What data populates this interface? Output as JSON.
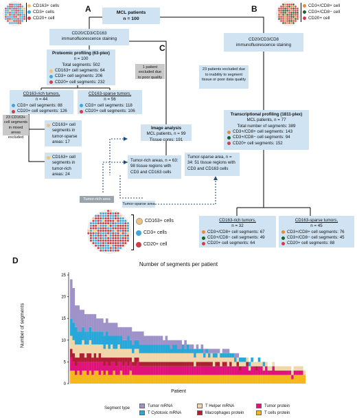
{
  "panel_letters": {
    "a": "A",
    "b": "B",
    "c": "C",
    "d": "D"
  },
  "icon_legend_a": [
    "CD163+ cells",
    "CD3+ cells",
    "CD20+ cell"
  ],
  "icon_legend_b": [
    "CD3+/CD8+ cell",
    "CD3+/CD8− cell",
    "CD20+ cell"
  ],
  "icon_legend_c": [
    "CD163+ cells",
    "CD3+ cells",
    "CD20+ cell"
  ],
  "mcl_box": {
    "title": "MCL patients",
    "n": "n = 100"
  },
  "a_stain": {
    "line1": "CD20/CD3/CD163",
    "line2": "immunofluorescence staining"
  },
  "b_stain": {
    "line1": "CD20/CD3/CD8",
    "line2": "immunofluorescence staining"
  },
  "proteomic": {
    "title": "Proteomic profiling (63-plex)",
    "n": "n = 100",
    "total": "Total segments: 502",
    "items": [
      "CD163+ cell segments: 64",
      "CD3+ cell segments: 206",
      "CD20+ cell segments: 232"
    ]
  },
  "rich_tumors": {
    "title": "CD163-rich tumors,",
    "n": "n = 44",
    "items": [
      "CD3+ cell segments: 88",
      "CD20+ cell segments: 126"
    ]
  },
  "sparse_tumors": {
    "title": "CD163-sparse tumors,",
    "n": "n = 56",
    "items": [
      "CD3+ cell segments: 118",
      "CD20+ cell segments: 106"
    ]
  },
  "excluded_a": "23 CD163+ cell segments in mixed areas excluded",
  "seg_sparse": "CD163+ cell segments in tumor-sparse areas: 17",
  "seg_rich": "CD163+ cell segments in tumor-rich areas: 24",
  "excluded_c": "1 patient excluded due to poor quality",
  "image_analysis": {
    "title": "Image analysis",
    "line1": "MCL patients, n = 99",
    "line2": "Tissue cores: 191"
  },
  "tumor_rich_area": "Tumor-rich areas, n = 63: 98 tissue regions with CD3 and CD163 cells",
  "tumor_sparse_area": "Tumor-sparse area, n = 34: 51 tissue regions with CD3 and CD163 cells",
  "label_rich": "Tumor-rich area",
  "label_sparse": "Tumor-sparse area",
  "excluded_b": "23 patients excluded due to inability to segment tissue or poor data quality",
  "transcriptional": {
    "title": "Transcriptional profiling (1811-plex)",
    "line1": "MCL patients, n = 77",
    "line2": "Total number of segments: 389",
    "items": [
      "CD3+/CD8+ cell segments: 143",
      "CD3+/CD8− cell segments: 94",
      "CD20+ cell segments: 152"
    ]
  },
  "t_rich": {
    "title": "CD163-rich tumors,",
    "n": "n = 32",
    "items": [
      "CD3+/CD8+ cell segments: 67",
      "CD3+/CD8− cell segments: 49",
      "CD20+ cell segments: 64"
    ]
  },
  "t_sparse": {
    "title": "CD163-sparse tumors,",
    "n": "n = 45",
    "items": [
      "CD3+/CD8+ cell segments: 76",
      "CD3+/CD8− cell segments: 45",
      "CD20+ cell segments: 88"
    ]
  },
  "colors": {
    "cd163": "#f0c27a",
    "cd3": "#3ea6d8",
    "cd20": "#c8404a",
    "cd8pos": "#e8893a",
    "cd8neg": "#1f5e2e",
    "box": "#cfe3f3",
    "gray": "#c9c9c9"
  },
  "chart_data": {
    "type": "bar",
    "stacked": true,
    "title": "Number of segments per patient",
    "xlabel": "Patient",
    "ylabel": "Number of segments",
    "ylim": [
      0,
      25
    ],
    "yticks": [
      0,
      5,
      10,
      15,
      20,
      25
    ],
    "legend_title": "Segment type",
    "series": [
      {
        "name": "T cells protein",
        "color": "#f4b71e",
        "values": [
          3,
          3,
          2,
          3,
          2,
          3,
          3,
          2,
          3,
          2,
          3,
          3,
          2,
          3,
          2,
          3,
          2,
          2,
          3,
          2,
          2,
          3,
          2,
          2,
          2,
          3,
          2,
          2,
          2,
          2,
          2,
          2,
          2,
          2,
          2,
          2,
          2,
          2,
          2,
          2,
          2,
          2,
          2,
          2,
          2,
          2,
          2,
          2,
          2,
          2,
          2,
          2,
          2,
          2,
          2,
          2,
          2,
          2,
          2,
          2,
          2,
          2,
          2,
          2,
          2,
          2,
          2,
          2,
          2,
          2,
          2,
          2,
          2,
          2,
          2,
          2,
          2,
          2,
          2,
          2,
          2,
          2,
          2,
          2,
          2,
          2,
          2,
          2,
          2,
          2,
          2,
          2,
          2,
          1,
          2,
          2,
          2,
          2,
          2
        ]
      },
      {
        "name": "Tumor protein",
        "color": "#e0137b",
        "values": [
          3,
          2,
          2,
          2,
          3,
          2,
          2,
          3,
          2,
          3,
          2,
          2,
          3,
          2,
          2,
          2,
          2,
          3,
          2,
          2,
          3,
          2,
          2,
          3,
          2,
          2,
          2,
          2,
          3,
          2,
          2,
          2,
          2,
          2,
          2,
          2,
          2,
          2,
          2,
          2,
          2,
          2,
          2,
          2,
          2,
          2,
          2,
          2,
          2,
          2,
          2,
          2,
          2,
          2,
          2,
          2,
          2,
          2,
          2,
          2,
          2,
          2,
          2,
          2,
          2,
          2,
          2,
          2,
          2,
          2,
          2,
          1,
          2,
          2,
          2,
          1,
          2,
          2,
          1,
          2,
          2,
          1,
          2,
          1,
          1,
          2,
          1,
          1,
          1,
          1,
          1,
          1,
          1,
          1,
          1,
          1,
          1,
          1,
          0
        ]
      },
      {
        "name": "Macrophages protein",
        "color": "#b01e32",
        "values": [
          2,
          2,
          2,
          1,
          2,
          2,
          1,
          2,
          2,
          1,
          2,
          1,
          2,
          1,
          2,
          1,
          2,
          1,
          1,
          2,
          1,
          1,
          2,
          1,
          2,
          1,
          1,
          2,
          1,
          1,
          1,
          1,
          1,
          1,
          1,
          1,
          1,
          1,
          1,
          1,
          1,
          1,
          1,
          1,
          1,
          1,
          1,
          1,
          1,
          1,
          1,
          1,
          0,
          1,
          1,
          1,
          1,
          1,
          1,
          1,
          0,
          1,
          1,
          0,
          1,
          1,
          0,
          1,
          0,
          0,
          1,
          1,
          0,
          0,
          1,
          0,
          0,
          0,
          1,
          0,
          0,
          0,
          0,
          0,
          0,
          0,
          0,
          0,
          0,
          0,
          0,
          0,
          0,
          0,
          0,
          0,
          0,
          0,
          0
        ]
      },
      {
        "name": "T Helper mRNA",
        "color": "#f0d6a8",
        "values": [
          3,
          3,
          3,
          3,
          2,
          3,
          3,
          2,
          3,
          3,
          2,
          3,
          2,
          3,
          2,
          3,
          2,
          3,
          2,
          2,
          3,
          2,
          2,
          2,
          2,
          2,
          2,
          2,
          2,
          2,
          2,
          2,
          2,
          2,
          2,
          2,
          2,
          2,
          2,
          2,
          2,
          2,
          2,
          2,
          2,
          2,
          2,
          2,
          2,
          2,
          2,
          2,
          2,
          2,
          2,
          2,
          1,
          2,
          1,
          2,
          2,
          1,
          2,
          2,
          1,
          1,
          2,
          1,
          2,
          1,
          1,
          1,
          1,
          1,
          1,
          1,
          1,
          1,
          1,
          1,
          1,
          1,
          1,
          1,
          1,
          1,
          1,
          1,
          1,
          1,
          1,
          1,
          1,
          1,
          1,
          1,
          1,
          1,
          1
        ]
      },
      {
        "name": "T Cytotoxic mRNA",
        "color": "#28a8d8",
        "values": [
          4,
          4,
          4,
          3,
          3,
          3,
          3,
          3,
          3,
          3,
          3,
          3,
          3,
          3,
          3,
          3,
          3,
          2,
          3,
          3,
          2,
          3,
          2,
          2,
          3,
          2,
          2,
          2,
          2,
          2,
          2,
          2,
          2,
          2,
          2,
          2,
          2,
          2,
          2,
          2,
          2,
          2,
          1,
          2,
          2,
          1,
          1,
          2,
          1,
          2,
          1,
          1,
          2,
          1,
          1,
          1,
          1,
          1,
          1,
          0,
          1,
          1,
          0,
          1,
          1,
          1,
          1,
          1,
          1,
          1,
          0,
          1,
          1,
          1,
          0,
          1,
          1,
          0,
          0,
          1,
          0,
          1,
          0,
          0,
          0,
          0,
          0,
          0,
          0,
          0,
          0,
          0,
          0,
          0,
          0,
          0,
          0,
          0,
          0
        ]
      },
      {
        "name": "Tumor mRNA",
        "color": "#9e92c8",
        "values": [
          9,
          8,
          5,
          6,
          5,
          4,
          4,
          4,
          3,
          4,
          4,
          3,
          3,
          3,
          3,
          3,
          3,
          3,
          3,
          3,
          2,
          2,
          3,
          3,
          2,
          3,
          3,
          2,
          2,
          3,
          3,
          2,
          2,
          2,
          2,
          2,
          2,
          2,
          2,
          1,
          2,
          1,
          2,
          1,
          1,
          2,
          2,
          0,
          2,
          0,
          1,
          1,
          0,
          1,
          0,
          1,
          1,
          0,
          1,
          1,
          1,
          1,
          1,
          0,
          1,
          1,
          1,
          0,
          0,
          1,
          1,
          0,
          0,
          0,
          0,
          0,
          0,
          0,
          0,
          0,
          0,
          0,
          0,
          0,
          0,
          0,
          0,
          0,
          0,
          0,
          0,
          0,
          0,
          0,
          0,
          0,
          0,
          0,
          0
        ]
      }
    ],
    "legend_order": [
      "Tumor mRNA",
      "T Helper mRNA",
      "Tumor protein",
      "T Cytotoxic mRNA",
      "Macrophages protein",
      "T cells protein"
    ]
  }
}
